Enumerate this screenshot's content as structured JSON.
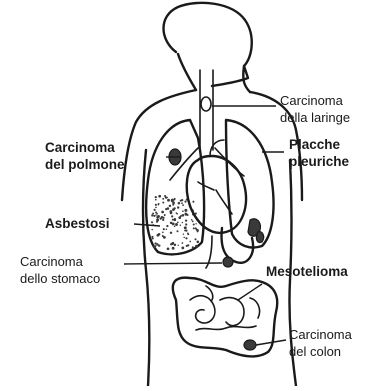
{
  "labels": {
    "larynx": [
      "Carcinoma",
      "della laringe"
    ],
    "lung": [
      "Carcinoma",
      "del polmone"
    ],
    "plaques": [
      "Placche",
      "pleuriche"
    ],
    "asbestosis": "Asbestosi",
    "stomach": [
      "Carcinoma",
      "dello stomaco"
    ],
    "mesothelioma": "Mesotelioma",
    "colon": [
      "Carcinoma",
      "del colon"
    ]
  },
  "colors": {
    "ink": "#1a1a1a",
    "lesion": "#3a3a3a",
    "background": "#ffffff"
  }
}
